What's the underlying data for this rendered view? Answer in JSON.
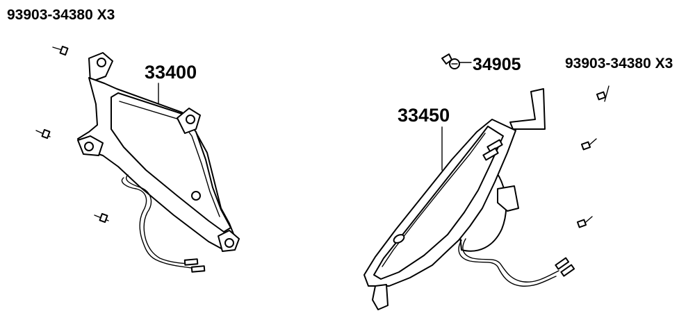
{
  "diagram": {
    "labels": {
      "screw_left": "93903-34380 X3",
      "part_left": "33400",
      "bulb": "34905",
      "screw_right": "93903-34380 X3",
      "part_right": "33450"
    }
  }
}
